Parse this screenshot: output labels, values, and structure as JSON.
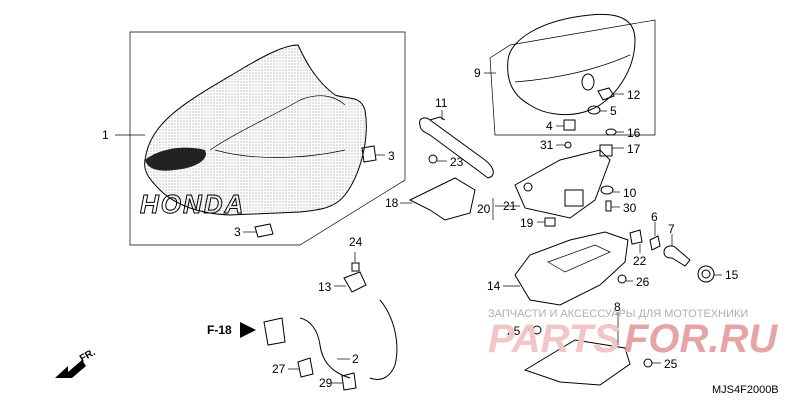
{
  "diagram": {
    "callouts": {
      "c1": "1",
      "c2": "2",
      "c3a": "3",
      "c3b": "3",
      "c4": "4",
      "c5": "5",
      "c6": "6",
      "c7": "7",
      "c8": "8",
      "c9": "9",
      "c10": "10",
      "c11": "11",
      "c12": "12",
      "c13": "13",
      "c14": "14",
      "c15": "15",
      "c16": "16",
      "c17": "17",
      "c18": "18",
      "c19": "19",
      "c20": "20",
      "c21": "21",
      "c22": "22",
      "c23": "23",
      "c24": "24",
      "c25a": "25",
      "c25b": "25",
      "c26": "26",
      "c27": "27",
      "c29": "29",
      "c30": "30",
      "c31": "31"
    },
    "seat_lettering": "HONDA",
    "ref_label": "F-18",
    "direction_label": "FR.",
    "diagram_code": "MJS4F2000B"
  },
  "watermark": {
    "caption": "ЗАПЧАСТИ И АКСЕССУАРЫ ДЛЯ МОТОТЕХНИКИ",
    "logo_left": "PARTS",
    "logo_right": "FOR.RU",
    "logo_left_color": "#f2c6c6",
    "logo_right_color": "#e7a4a4"
  }
}
